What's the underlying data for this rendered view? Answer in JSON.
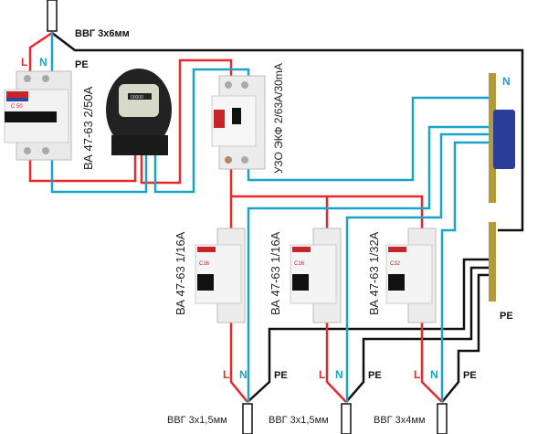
{
  "colors": {
    "phase": "#e8282a",
    "neutral": "#1aa3c8",
    "earth": "#111111",
    "device": "#e6e6e6",
    "bus": "#b59a3a",
    "clip": "#2a3f9a"
  },
  "input": {
    "cable_label": "ВВГ 3х6мм",
    "L": "L",
    "N": "N",
    "PE": "PE"
  },
  "main_breaker": {
    "label": "ВА 47-63 2/50А",
    "rating": "C 50"
  },
  "meter": {
    "reading": "00000"
  },
  "rcd": {
    "label": "УЗО ЭКФ 2/63А/30mA"
  },
  "n_bus": {
    "label": "N"
  },
  "pe_bus": {
    "label": "PE"
  },
  "circuits": [
    {
      "breaker_label": "ВА 47-63 1/16А",
      "rating": "C16",
      "L": "L",
      "N": "N",
      "PE": "PE",
      "cable_label": "ВВГ 3х1,5мм"
    },
    {
      "breaker_label": "ВА 47-63 1/16А",
      "rating": "C16",
      "L": "L",
      "N": "N",
      "PE": "PE",
      "cable_label": "ВВГ 3х1,5мм"
    },
    {
      "breaker_label": "ВА 47-63 1/32А",
      "rating": "C32",
      "L": "L",
      "N": "N",
      "PE": "PE",
      "cable_label": "ВВГ 3х4мм"
    }
  ]
}
